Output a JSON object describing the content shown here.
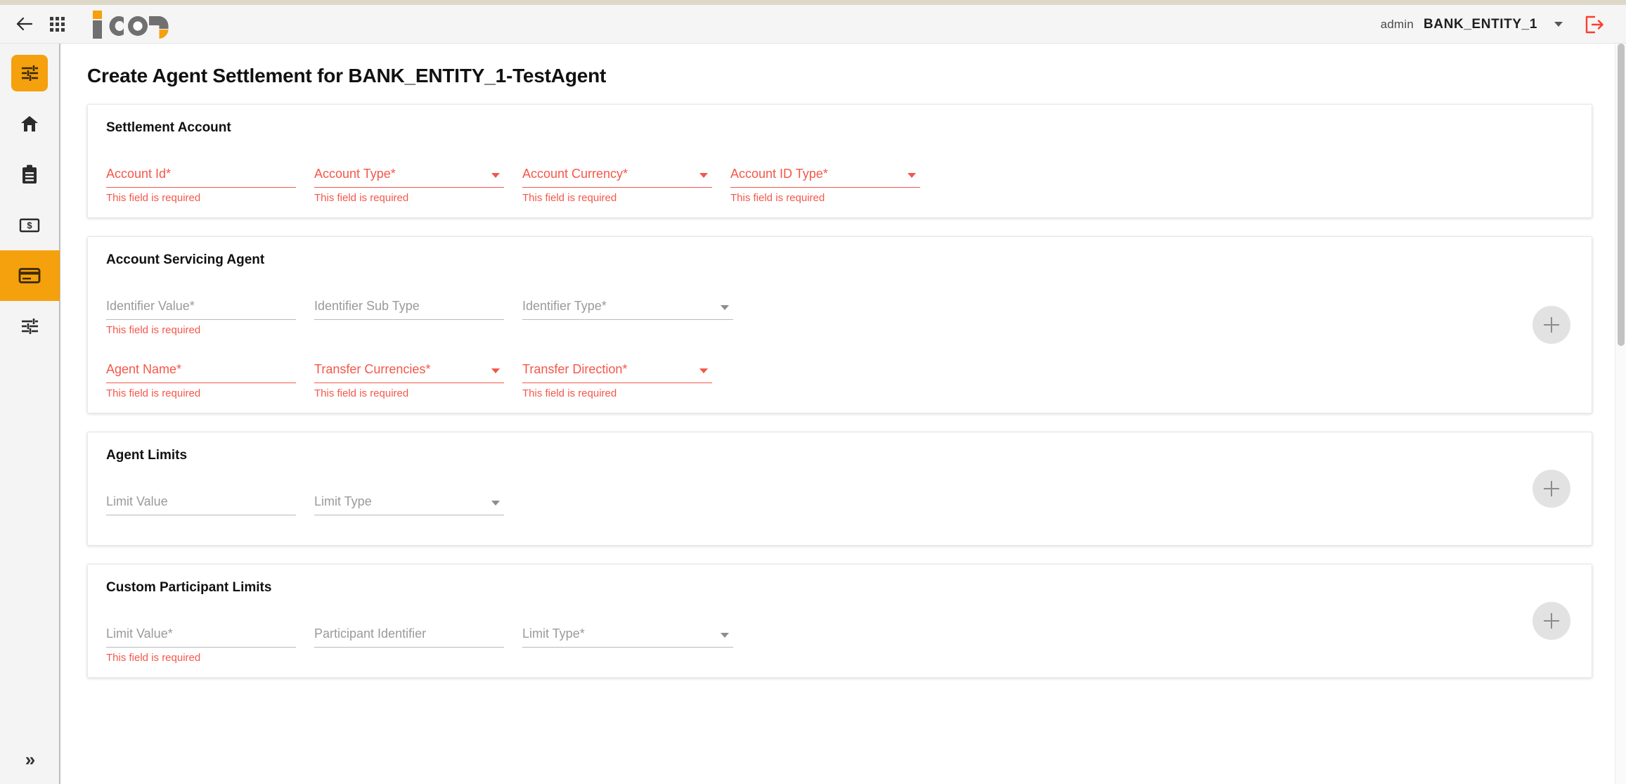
{
  "header": {
    "back_icon": "back-arrow-icon",
    "apps_icon": "apps-grid-icon",
    "logo_text": "icon",
    "user_label": "admin",
    "entity_label": "BANK_ENTITY_1",
    "entity_caret_icon": "chevron-down-icon",
    "logout_icon": "logout-icon",
    "logout_color": "#ff3d2e"
  },
  "sidebar": {
    "items": [
      {
        "icon": "sliders-settings-icon",
        "state": "selected-box"
      },
      {
        "icon": "home-icon",
        "state": "normal"
      },
      {
        "icon": "clipboard-icon",
        "state": "normal"
      },
      {
        "icon": "banknote-dollar-icon",
        "state": "normal"
      },
      {
        "icon": "credit-card-icon",
        "state": "selected-band"
      },
      {
        "icon": "sliders-settings-icon",
        "state": "normal"
      }
    ],
    "expand_icon": "double-chevron-right-icon",
    "accent_color": "#f5a00d"
  },
  "page": {
    "title": "Create Agent Settlement for BANK_ENTITY_1-TestAgent",
    "error_text": "This field is required",
    "error_color": "#f4574a",
    "add_icon": "plus-icon"
  },
  "cards": [
    {
      "title": "Settlement Account",
      "has_add_button": false,
      "rows": [
        {
          "fields": [
            {
              "label": "Account Id*",
              "type": "text",
              "error": true,
              "error_text": "This field is required",
              "width": "w-col"
            },
            {
              "label": "Account Type*",
              "type": "select",
              "error": true,
              "error_text": "This field is required",
              "width": "w-col"
            },
            {
              "label": "Account Currency*",
              "type": "select",
              "error": true,
              "error_text": "This field is required",
              "width": "w-col"
            },
            {
              "label": "Account ID Type*",
              "type": "select",
              "error": true,
              "error_text": "This field is required",
              "width": "w-col"
            }
          ]
        }
      ]
    },
    {
      "title": "Account Servicing Agent",
      "has_add_button": true,
      "rows": [
        {
          "fields": [
            {
              "label": "Identifier Value*",
              "type": "text",
              "error": false,
              "error_text": "This field is required",
              "width": "w-col"
            },
            {
              "label": "Identifier Sub Type",
              "type": "text",
              "error": false,
              "error_text": "",
              "width": "w-col"
            },
            {
              "label": "Identifier Type*",
              "type": "select",
              "error": false,
              "error_text": "",
              "width": "w-col-wide"
            }
          ]
        },
        {
          "fields": [
            {
              "label": "Agent Name*",
              "type": "text",
              "error": true,
              "error_text": "This field is required",
              "width": "w-col"
            },
            {
              "label": "Transfer Currencies*",
              "type": "select",
              "error": true,
              "error_text": "This field is required",
              "width": "w-col"
            },
            {
              "label": "Transfer Direction*",
              "type": "select",
              "error": true,
              "error_text": "This field is required",
              "width": "w-col"
            }
          ]
        }
      ]
    },
    {
      "title": "Agent Limits",
      "has_add_button": true,
      "rows": [
        {
          "fields": [
            {
              "label": "Limit Value",
              "type": "text",
              "error": false,
              "error_text": "",
              "width": "w-col"
            },
            {
              "label": "Limit Type",
              "type": "select",
              "error": false,
              "error_text": "",
              "width": "w-col"
            }
          ]
        }
      ]
    },
    {
      "title": "Custom Participant Limits",
      "has_add_button": true,
      "rows": [
        {
          "fields": [
            {
              "label": "Limit Value*",
              "type": "text",
              "error": false,
              "error_text": "This field is required",
              "width": "w-col"
            },
            {
              "label": "Participant Identifier",
              "type": "text",
              "error": false,
              "error_text": "",
              "width": "w-col"
            },
            {
              "label": "Limit Type*",
              "type": "select",
              "error": false,
              "error_text": "",
              "width": "w-col-wide"
            }
          ]
        }
      ]
    }
  ]
}
